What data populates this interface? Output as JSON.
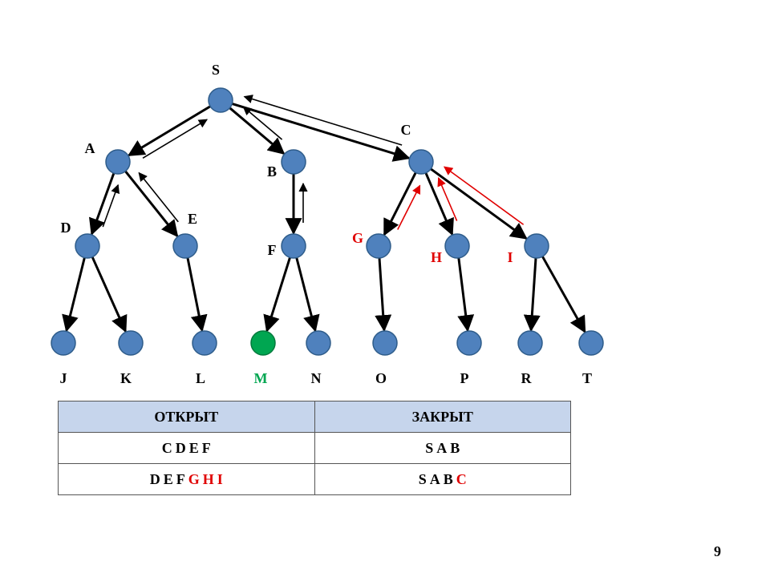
{
  "colors": {
    "node_default": "#4f81bd",
    "node_goal": "#00a651",
    "node_stroke": "#2e5c8a",
    "arrow_default": "#000000",
    "arrow_highlight": "#e00000",
    "text_default": "#000000",
    "text_highlight": "#e00000",
    "text_goal": "#00a651",
    "table_header_bg": "#c6d5ec"
  },
  "nodes": {
    "S": {
      "label": "S",
      "state": "default"
    },
    "A": {
      "label": "A",
      "state": "default"
    },
    "B": {
      "label": "B",
      "state": "default"
    },
    "C": {
      "label": "C",
      "state": "default"
    },
    "D": {
      "label": "D",
      "state": "default"
    },
    "E": {
      "label": "E",
      "state": "default"
    },
    "F": {
      "label": "F",
      "state": "default"
    },
    "G": {
      "label": "G",
      "state": "highlight"
    },
    "H": {
      "label": "H",
      "state": "highlight"
    },
    "I": {
      "label": "I",
      "state": "highlight"
    },
    "J": {
      "label": "J",
      "state": "default"
    },
    "K": {
      "label": "K",
      "state": "default"
    },
    "L": {
      "label": "L",
      "state": "default"
    },
    "M": {
      "label": "M",
      "state": "goal"
    },
    "N": {
      "label": "N",
      "state": "default"
    },
    "O": {
      "label": "O",
      "state": "default"
    },
    "P": {
      "label": "P",
      "state": "default"
    },
    "R": {
      "label": "R",
      "state": "default"
    },
    "T": {
      "label": "T",
      "state": "default"
    }
  },
  "edges": [
    [
      "S",
      "A"
    ],
    [
      "S",
      "B"
    ],
    [
      "S",
      "C"
    ],
    [
      "A",
      "D"
    ],
    [
      "A",
      "E"
    ],
    [
      "B",
      "F"
    ],
    [
      "C",
      "G"
    ],
    [
      "C",
      "H"
    ],
    [
      "C",
      "I"
    ],
    [
      "D",
      "J"
    ],
    [
      "D",
      "K"
    ],
    [
      "E",
      "L"
    ],
    [
      "F",
      "M"
    ],
    [
      "F",
      "N"
    ],
    [
      "G",
      "O"
    ],
    [
      "H",
      "P"
    ],
    [
      "I",
      "R"
    ],
    [
      "I",
      "T"
    ]
  ],
  "traversal_arrows": [
    {
      "from": "A",
      "to": "S",
      "color": "default"
    },
    {
      "from": "B",
      "to": "S",
      "color": "default"
    },
    {
      "from": "C",
      "to": "S",
      "color": "default"
    },
    {
      "from": "D",
      "to": "A",
      "color": "default"
    },
    {
      "from": "E",
      "to": "A",
      "color": "default"
    },
    {
      "from": "F",
      "to": "B",
      "color": "default"
    },
    {
      "from": "G",
      "to": "C",
      "color": "highlight"
    },
    {
      "from": "H",
      "to": "C",
      "color": "highlight"
    },
    {
      "from": "I",
      "to": "C",
      "color": "highlight"
    }
  ],
  "table": {
    "headers": [
      "ОТКРЫТ",
      "ЗАКРЫТ"
    ],
    "rows": [
      {
        "open": [
          {
            "text": "C",
            "color": "default"
          },
          {
            "text": "D",
            "color": "default"
          },
          {
            "text": "E",
            "color": "default"
          },
          {
            "text": "F",
            "color": "default"
          }
        ],
        "closed": [
          {
            "text": "S",
            "color": "default"
          },
          {
            "text": "A",
            "color": "default"
          },
          {
            "text": "B",
            "color": "default"
          }
        ]
      },
      {
        "open": [
          {
            "text": "D",
            "color": "default"
          },
          {
            "text": "E",
            "color": "default"
          },
          {
            "text": "F",
            "color": "default"
          },
          {
            "text": "G",
            "color": "highlight"
          },
          {
            "text": "H",
            "color": "highlight"
          },
          {
            "text": "I",
            "color": "highlight"
          }
        ],
        "closed": [
          {
            "text": "S",
            "color": "default"
          },
          {
            "text": "A",
            "color": "default"
          },
          {
            "text": "B",
            "color": "default"
          },
          {
            "text": "C",
            "color": "highlight"
          }
        ]
      }
    ]
  },
  "page_number": "9"
}
